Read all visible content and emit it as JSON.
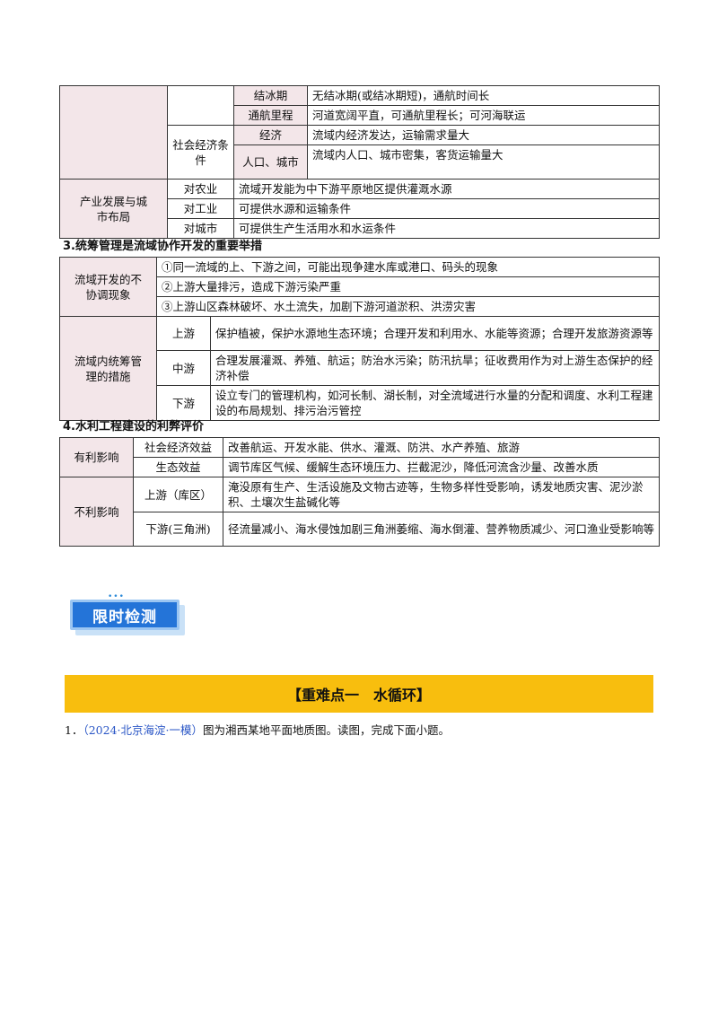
{
  "table1": {
    "r1": {
      "label": "结冰期",
      "text": "无结冰期(或结冰期短)，通航时间长"
    },
    "r2": {
      "label": "通航里程",
      "text": "河道宽阔平直，可通航里程长；可河海联运"
    },
    "social_group": "社会经济条件",
    "r3": {
      "label": "经济",
      "text": "流域内经济发达，运输需求量大"
    },
    "r4": {
      "label": "人口、城市",
      "text": "流域内人口、城市密集，客货运输量大"
    },
    "industry_group": "产业发展与城市布局",
    "r5": {
      "label": "对农业",
      "text": "流域开发能为中下游平原地区提供灌溉水源"
    },
    "r6": {
      "label": "对工业",
      "text": "可提供水源和运输条件"
    },
    "r7": {
      "label": "对城市",
      "text": "可提供生产生活用水和水运条件"
    }
  },
  "section3": {
    "title": "3.统筹管理是流域协作开发的重要举措",
    "group1": "流域开发的不协调现象",
    "items": [
      "①同一流域的上、下游之间，可能出现争建水库或港口、码头的现象",
      "②上游大量排污，造成下游污染严重",
      "③上游山区森林破坏、水土流失，加剧下游河道淤积、洪涝灾害"
    ],
    "group2": "流域内统筹管理的措施",
    "measures": [
      {
        "label": "上游",
        "text": "保护植被，保护水源地生态环境；合理开发和利用水、水能等资源；合理开发旅游资源等"
      },
      {
        "label": "中游",
        "text": "合理发展灌溉、养殖、航运；防治水污染；防汛抗旱；征收费用作为对上游生态保护的经济补偿"
      },
      {
        "label": "下游",
        "text": "设立专门的管理机构，如河长制、湖长制，对全流域进行水量的分配和调度、水利工程建设的布局规划、排污治污管控"
      }
    ]
  },
  "section4": {
    "title": "4.水利工程建设的利弊评价",
    "pos_group": "有利影响",
    "pos": [
      {
        "label": "社会经济效益",
        "text": "改善航运、开发水能、供水、灌溉、防洪、水产养殖、旅游"
      },
      {
        "label": "生态效益",
        "text": "调节库区气候、缓解生态环境压力、拦截泥沙，降低河流含沙量、改善水质"
      }
    ],
    "neg_group": "不利影响",
    "neg": [
      {
        "label": "上游（库区）",
        "text": "淹没原有生产、生活设施及文物古迹等，生物多样性受影响，诱发地质灾害、泥沙淤积、土壤次生盐碱化等"
      },
      {
        "label": "下游(三角洲)",
        "text": "径流量减小、海水侵蚀加剧三角洲萎缩、海水倒灌、营养物质减少、河口渔业受影响等"
      }
    ]
  },
  "badge": {
    "dots": "•••",
    "label": "限时检测"
  },
  "banner": "【重难点一　水循环】",
  "question": {
    "num": "1．",
    "source": "（2024·北京海淀·一模）",
    "text": "图为湘西某地平面地质图。读图，完成下面小题。"
  },
  "colors": {
    "pink_cell": "#f3e6e9",
    "banner": "#f8be0e",
    "badge": "#2474d8",
    "source_link": "#2a56c6"
  }
}
